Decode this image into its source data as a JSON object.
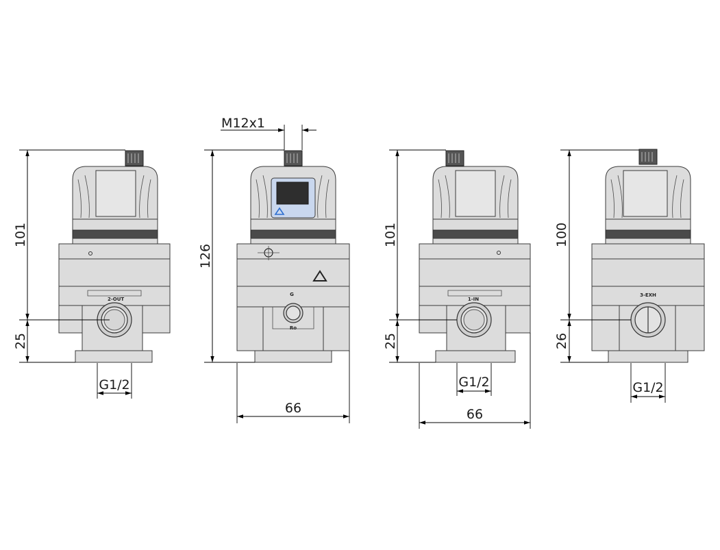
{
  "views": [
    {
      "id": "view-outlet",
      "port_label": "2-OUT",
      "top_label": "101",
      "bottom_label": "25",
      "port_size": "G1/2",
      "width_label": ""
    },
    {
      "id": "view-front",
      "top_label": "126",
      "connector_label": "M12x1",
      "width_label": "66",
      "gauge_port_label": "G",
      "gauge_port_label2": "Ro"
    },
    {
      "id": "view-inlet",
      "port_label": "1-IN",
      "top_label": "101",
      "bottom_label": "25",
      "port_size": "G1/2",
      "width_label": "66"
    },
    {
      "id": "view-exhaust",
      "port_label": "3-EXH",
      "top_label": "100",
      "bottom_label": "26",
      "port_size": "G1/2"
    }
  ],
  "colors": {
    "body": "#dcdcdc",
    "band": "#4a4a4a",
    "display_frame": "#c9d7ee",
    "display_logo": "#2d6fd0"
  }
}
